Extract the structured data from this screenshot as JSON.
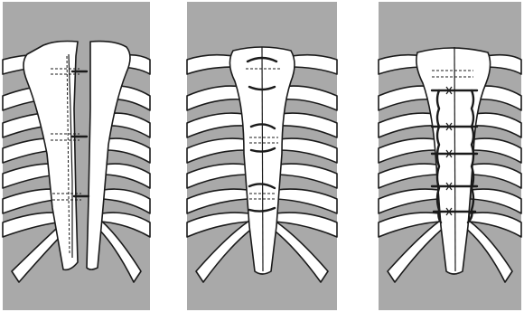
{
  "figure": {
    "panels": [
      {
        "name": "panel-longitudinal-split",
        "closure": "transverse-wire-loops-through-split-sternum"
      },
      {
        "name": "panel-figure-of-eight",
        "closure": "figure-of-eight-sternal-wires"
      },
      {
        "name": "panel-peristernal-weave",
        "closure": "peristernal-wires-with-parasternal-weave"
      }
    ],
    "colors": {
      "background": "#a9a9a9",
      "bone": "#ffffff",
      "outline": "#1a1a1a",
      "gap": "#ffffff"
    },
    "icons": [
      "sternum",
      "rib",
      "costal-cartilage",
      "sternal-wire"
    ]
  }
}
